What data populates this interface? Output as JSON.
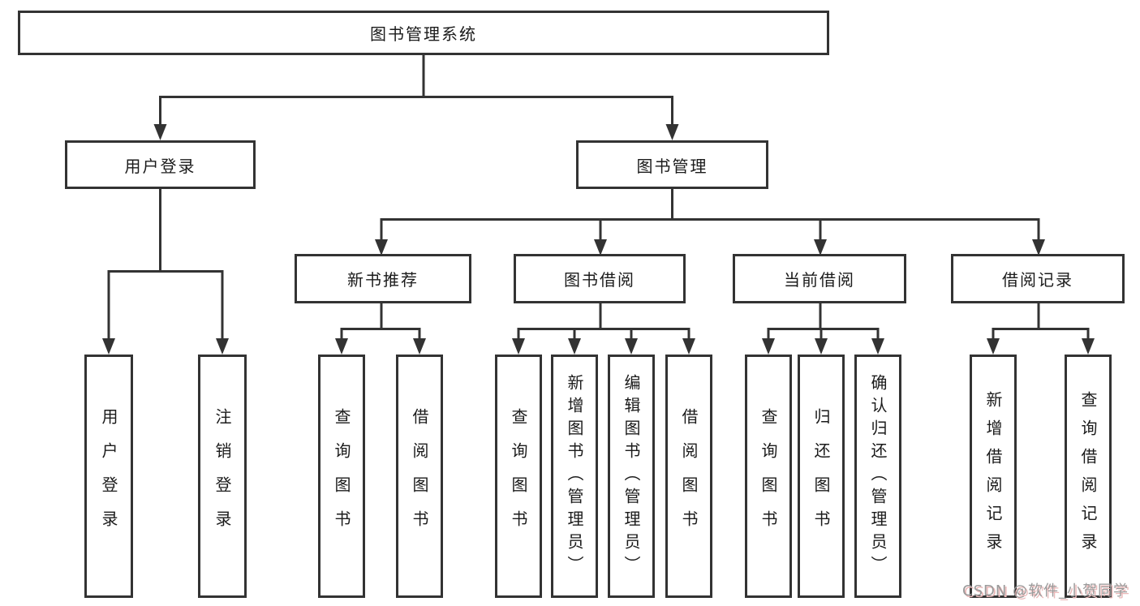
{
  "tree": {
    "root": {
      "label": "图书管理系统",
      "children": [
        {
          "label": "用户登录",
          "children": [
            {
              "label": "用户登录"
            },
            {
              "label": "注销登录"
            }
          ]
        },
        {
          "label": "图书管理",
          "children": [
            {
              "label": "新书推荐",
              "children": [
                {
                  "label": "查询图书"
                },
                {
                  "label": "借阅图书"
                }
              ]
            },
            {
              "label": "图书借阅",
              "children": [
                {
                  "label": "查询图书"
                },
                {
                  "label": "新增图书（管理员）"
                },
                {
                  "label": "编辑图书（管理员）"
                },
                {
                  "label": "借阅图书"
                }
              ]
            },
            {
              "label": "当前借阅",
              "children": [
                {
                  "label": "查询图书"
                },
                {
                  "label": "归还图书"
                },
                {
                  "label": "确认归还（管理员）"
                }
              ]
            },
            {
              "label": "借阅记录",
              "children": [
                {
                  "label": "新增借阅记录"
                },
                {
                  "label": "查询借阅记录"
                }
              ]
            }
          ]
        }
      ]
    }
  },
  "watermark": {
    "text": "CSDN @软件_小贺同学"
  },
  "colors": {
    "line": "#333333",
    "box_border": "#333333",
    "box_fill": "#ffffff",
    "text": "#1b1b1b",
    "watermark_text": "#9a9a9a",
    "watermark_shadow": "#eab9b9"
  }
}
